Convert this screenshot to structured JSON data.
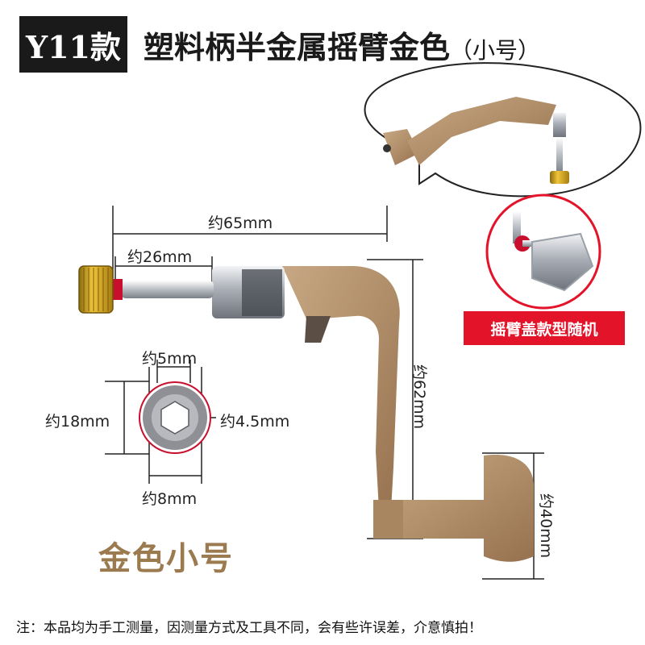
{
  "header": {
    "model": "Y11款",
    "title": "塑料柄半金属摇臂金色",
    "title_suffix": "（小号）"
  },
  "dimensions": {
    "total_length": "约65mm",
    "shaft_length": "约26mm",
    "arm_height": "约62mm",
    "knob_height": "约40mm",
    "hole_outer": "约18mm",
    "hole_inner": "约5mm",
    "hole_hex": "约4.5mm",
    "hole_ring": "约8mm"
  },
  "labels": {
    "color_size": "金色小号",
    "random_cap": "摇臂盖款型随机",
    "note": "注：本品均为手工测量，因测量方式及工具不同，会有些许误差，介意慎拍！"
  },
  "colors": {
    "arm_gold": "#b08e6a",
    "cap_gold": "#d8a21a",
    "badge_red": "#e3142a",
    "chrome": "#c9ccd2"
  },
  "icons": [
    "crank-handle-illustration",
    "cross-section-illustration",
    "zoom-bubble",
    "cap-zoom-circle"
  ]
}
